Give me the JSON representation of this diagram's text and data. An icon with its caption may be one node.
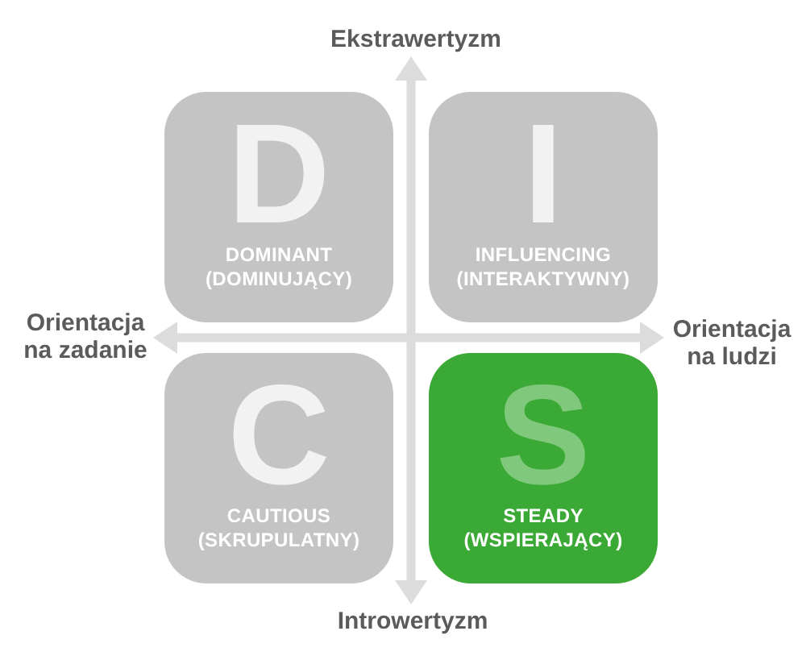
{
  "diagram": {
    "nodes": [
      {
        "text": [
          "Ekstrawertyzm"
        ]
      },
      {
        "text": [
          "D",
          "DOMINANT (DOMINUJĄCY)"
        ]
      },
      {
        "text": [
          "I",
          "INFLUENCING (INTERAKTYWNY)"
        ]
      },
      {
        "text": [
          "Orientacja na zadanie"
        ]
      },
      {
        "text": [
          "Orientacja na ludzi"
        ]
      },
      {
        "text": [
          "C",
          "CAUTIOUS (SKRUPULATNY)"
        ]
      },
      {
        "text": [
          "S",
          "STEADY (WSPIERAJĄCY)"
        ]
      },
      {
        "text": [
          "Introwertyzm"
        ]
      }
    ],
    "edges": [
      {
        "from": 0,
        "to": 7,
        "arrow": "both"
      },
      {
        "from": 3,
        "to": 4,
        "arrow": "both"
      }
    ]
  }
}
